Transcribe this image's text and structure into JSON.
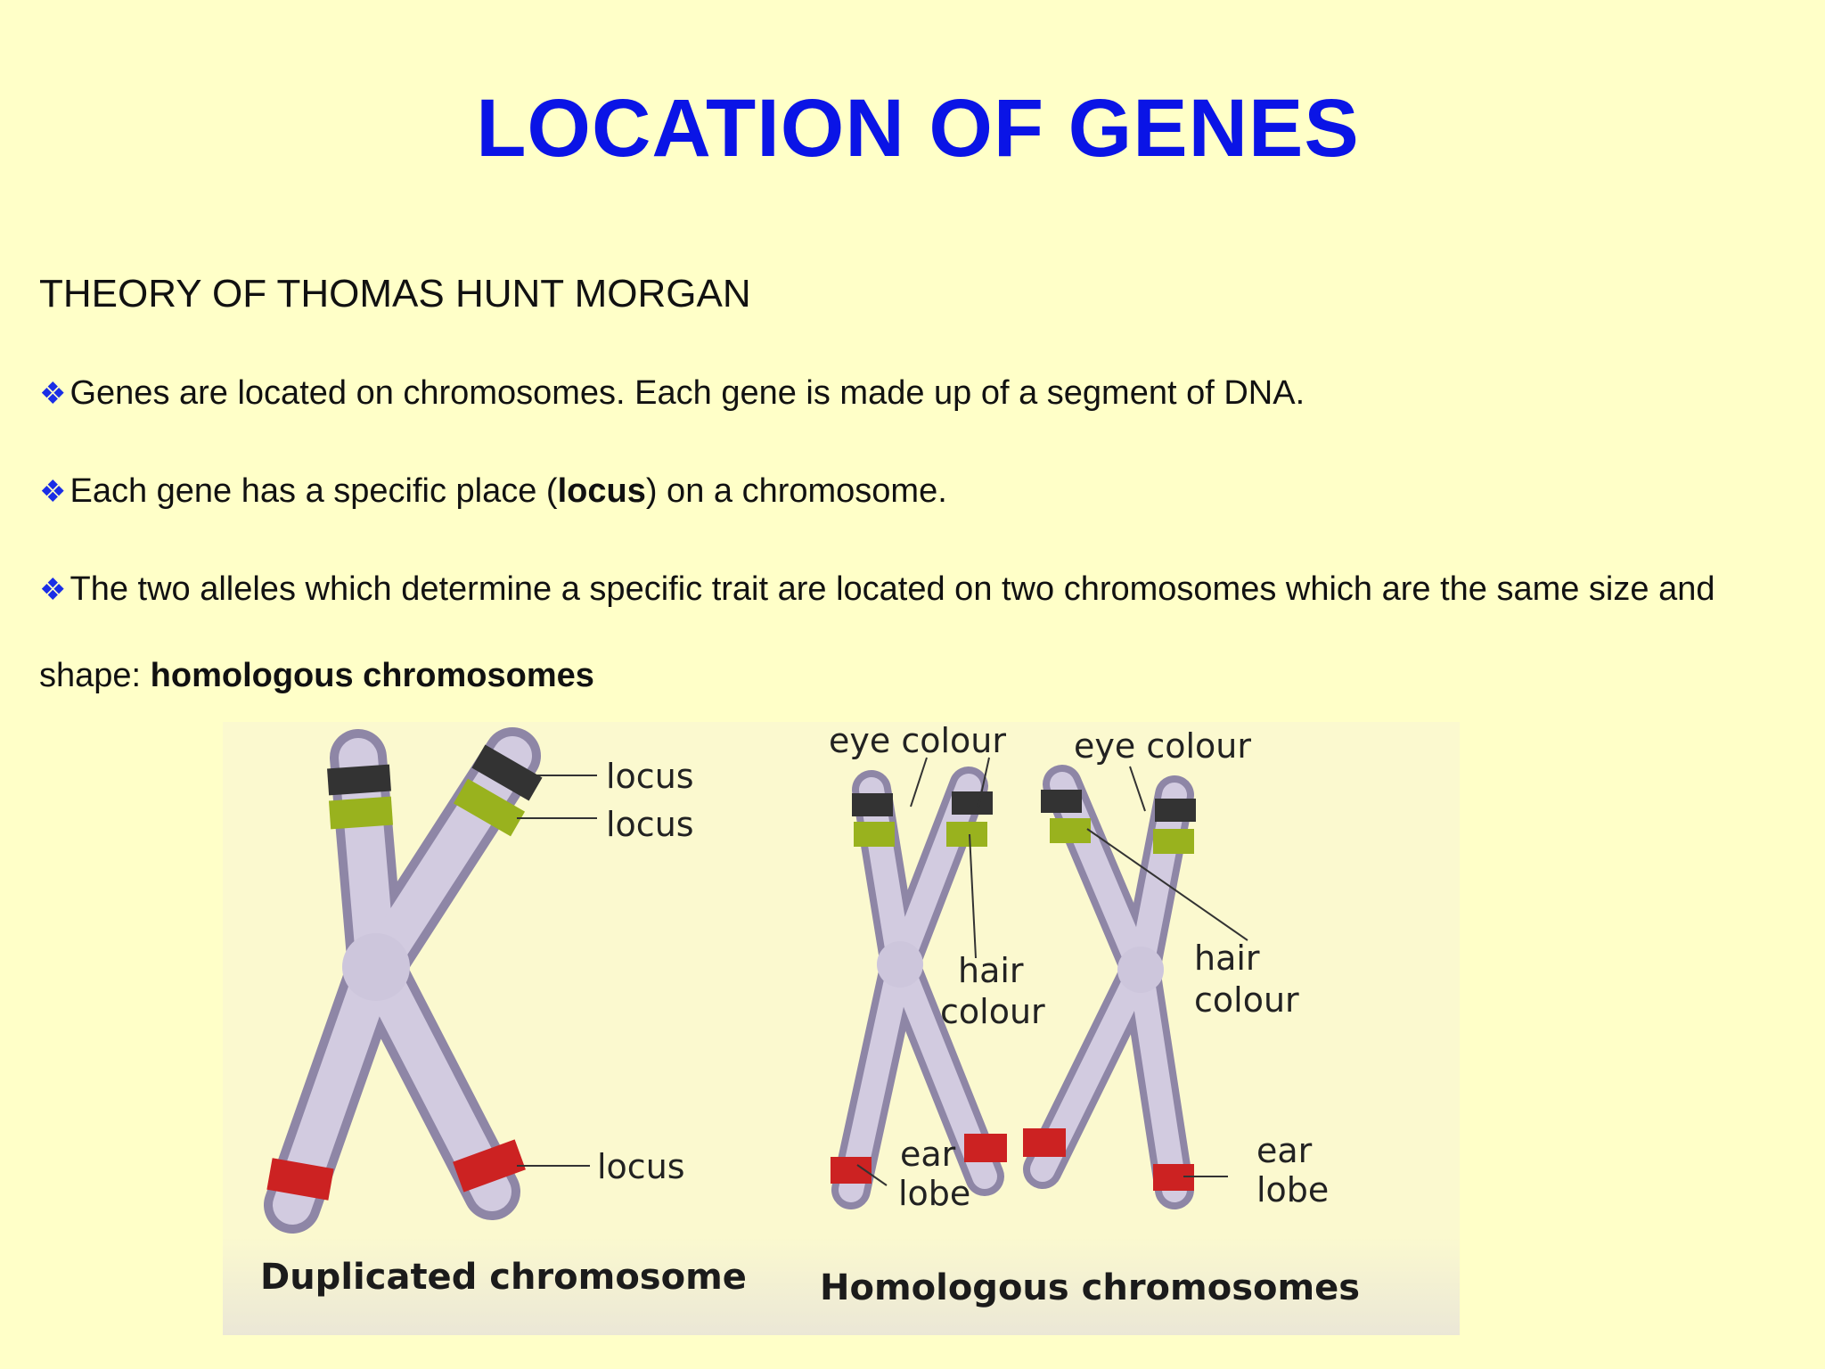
{
  "title": "LOCATION OF GENES",
  "subtitle": "THEORY OF THOMAS HUNT MORGAN",
  "bullets": [
    {
      "text": "Genes are located on chromosomes. Each gene is made up of a segment of DNA."
    },
    {
      "pre": "Each gene has a specific place (",
      "bold": "locus",
      "post": ") on a chromosome."
    },
    {
      "text": "The two alleles which determine a specific trait are located on two chromosomes which are the same size and",
      "cont_pre": "shape: ",
      "cont_bold": "homologous chromosomes"
    }
  ],
  "bullet_symbol": "❖",
  "figure": {
    "labels": {
      "locus_1": "locus",
      "locus_2": "locus",
      "locus_3": "locus",
      "eye_colour_left": "eye colour",
      "eye_colour_right": "eye colour",
      "hair_left_1": "hair",
      "hair_left_2": "colour",
      "hair_right_1": "hair",
      "hair_right_2": "colour",
      "ear_left_1": "ear",
      "ear_left_2": "lobe",
      "ear_right_1": "ear",
      "ear_right_2": "lobe"
    },
    "captions": {
      "duplicated": "Duplicated chromosome",
      "homologous": "Homologous chromosomes"
    }
  },
  "colors": {
    "background": "#ffffc8",
    "title": "#0a14e6",
    "chromosome": "#c9c0da",
    "band_black": "#333333",
    "band_green": "#99b21e",
    "band_red": "#cc2222"
  }
}
